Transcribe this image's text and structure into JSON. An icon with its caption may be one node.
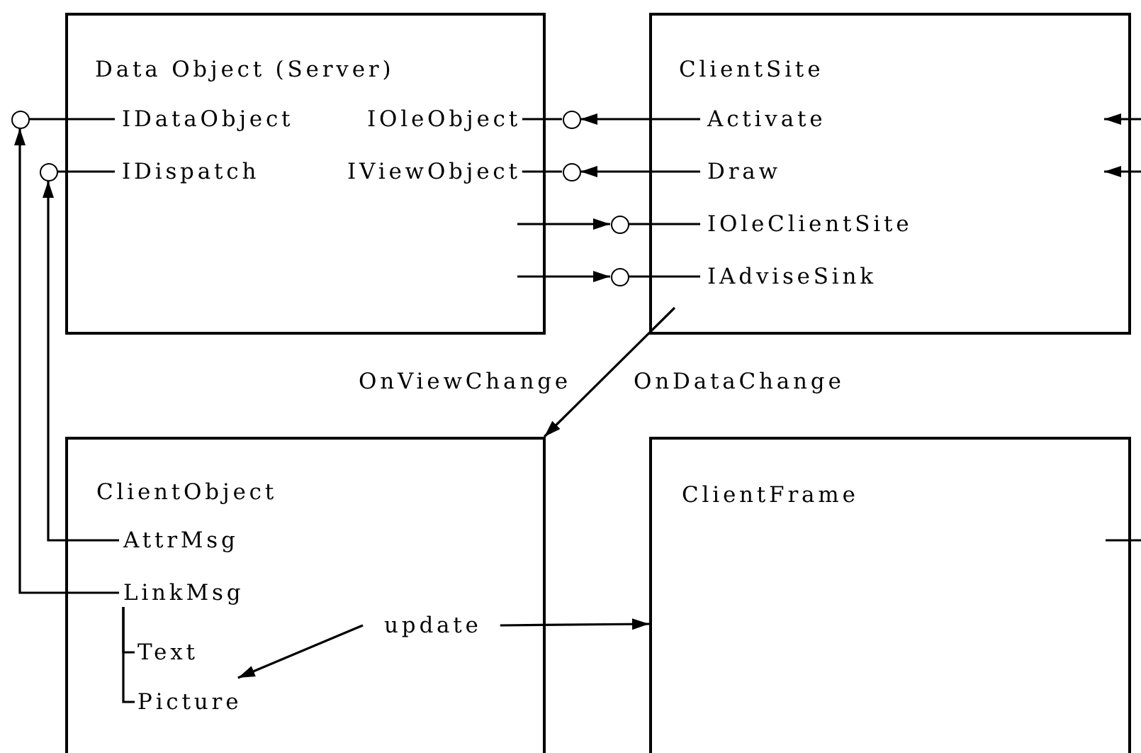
{
  "diagram": {
    "nodes": [
      {
        "text": [
          "Data Object (Server)"
        ]
      },
      {
        "text": [
          "IDataObject"
        ],
        "in": 0
      },
      {
        "text": [
          "IOleObject"
        ],
        "in": 0
      },
      {
        "text": [
          "IDispatch"
        ],
        "in": 0
      },
      {
        "text": [
          "IViewObject"
        ],
        "in": 0
      },
      {
        "text": [
          "ClientSite"
        ]
      },
      {
        "text": [
          "Activate"
        ],
        "in": 5
      },
      {
        "text": [
          "Draw"
        ],
        "in": 5
      },
      {
        "text": [
          "IOleClientSite"
        ],
        "in": 5
      },
      {
        "text": [
          "IAdviseSink"
        ],
        "in": 5
      },
      {
        "text": [
          "ClientObject"
        ]
      },
      {
        "text": [
          "AttrMsg"
        ],
        "in": 10
      },
      {
        "text": [
          "LinkMsg"
        ],
        "in": 10
      },
      {
        "text": [
          "Text"
        ],
        "in": 10
      },
      {
        "text": [
          "Picture"
        ],
        "in": 10
      },
      {
        "text": [
          "update"
        ],
        "in": 10
      },
      {
        "text": [
          "ClientFrame"
        ]
      },
      {
        "text": [],
        "shape": "circle"
      },
      {
        "text": [],
        "shape": "circle"
      },
      {
        "text": [],
        "shape": "circle"
      },
      {
        "text": [],
        "shape": "circle"
      },
      {
        "text": [],
        "shape": "circle"
      },
      {
        "text": [],
        "shape": "circle"
      }
    ],
    "edges": [
      {
        "from": 17,
        "to": 1,
        "arrow": "none"
      },
      {
        "from": 18,
        "to": 3,
        "arrow": "none"
      },
      {
        "from": 2,
        "to": 19,
        "arrow": "none"
      },
      {
        "from": 4,
        "to": 20,
        "arrow": "none"
      },
      {
        "from": 6,
        "to": 19,
        "arrow": "to"
      },
      {
        "from": 7,
        "to": 20,
        "arrow": "to"
      },
      {
        "from": 21,
        "to": 8,
        "arrow": "none"
      },
      {
        "from": 22,
        "to": 9,
        "arrow": "none"
      },
      {
        "from": null,
        "to": 21,
        "arrow": "to"
      },
      {
        "from": null,
        "to": 22,
        "arrow": "to"
      },
      {
        "from": null,
        "to": 5,
        "arrow": "to"
      },
      {
        "from": null,
        "to": 5,
        "arrow": "to"
      },
      {
        "from": 11,
        "to": 18,
        "arrow": "to"
      },
      {
        "from": 12,
        "to": 17,
        "arrow": "to"
      },
      {
        "from": 9,
        "to": 10,
        "arrow": "to"
      },
      {
        "from": 12,
        "to": 13,
        "arrow": "none"
      },
      {
        "from": 12,
        "to": 14,
        "arrow": "none"
      },
      {
        "from": 15,
        "to": 14,
        "arrow": "to"
      },
      {
        "from": 15,
        "to": 16,
        "arrow": "to"
      },
      {
        "from": 16,
        "to": null,
        "arrow": "none"
      }
    ],
    "labels": [
      "OnViewChange",
      "OnDataChange"
    ]
  }
}
